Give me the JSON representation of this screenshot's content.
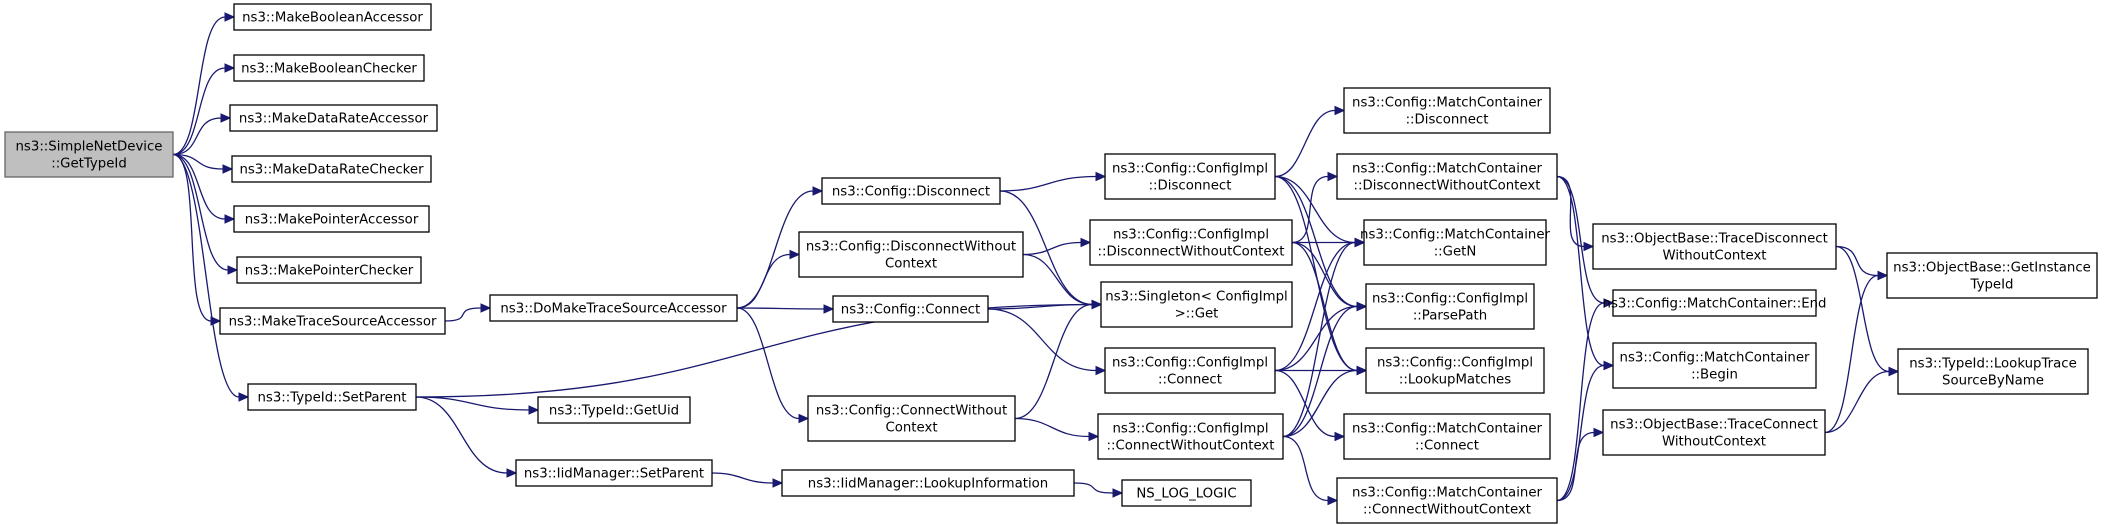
{
  "diagram": {
    "nodes": [
      {
        "id": "root",
        "lines": [
          "ns3::SimpleNetDevice",
          "::GetTypeId"
        ],
        "is_root": true
      },
      {
        "id": "mba",
        "lines": [
          "ns3::MakeBooleanAccessor"
        ]
      },
      {
        "id": "mbc",
        "lines": [
          "ns3::MakeBooleanChecker"
        ]
      },
      {
        "id": "mdra",
        "lines": [
          "ns3::MakeDataRateAccessor"
        ]
      },
      {
        "id": "mdrc",
        "lines": [
          "ns3::MakeDataRateChecker"
        ]
      },
      {
        "id": "mpa",
        "lines": [
          "ns3::MakePointerAccessor"
        ]
      },
      {
        "id": "mpc",
        "lines": [
          "ns3::MakePointerChecker"
        ]
      },
      {
        "id": "mtsa",
        "lines": [
          "ns3::MakeTraceSourceAccessor"
        ]
      },
      {
        "id": "tsp",
        "lines": [
          "ns3::TypeId::SetParent"
        ]
      },
      {
        "id": "dmtsa",
        "lines": [
          "ns3::DoMakeTraceSourceAccessor"
        ]
      },
      {
        "id": "tgu",
        "lines": [
          "ns3::TypeId::GetUid"
        ]
      },
      {
        "id": "imsp",
        "lines": [
          "ns3::IidManager::SetParent"
        ]
      },
      {
        "id": "cdis",
        "lines": [
          "ns3::Config::Disconnect"
        ]
      },
      {
        "id": "cdwc",
        "lines": [
          "ns3::Config::DisconnectWithout",
          "Context"
        ]
      },
      {
        "id": "ccon",
        "lines": [
          "ns3::Config::Connect"
        ]
      },
      {
        "id": "ccwc",
        "lines": [
          "ns3::Config::ConnectWithout",
          "Context"
        ]
      },
      {
        "id": "imli",
        "lines": [
          "ns3::IidManager::LookupInformation"
        ]
      },
      {
        "id": "cidis",
        "lines": [
          "ns3::Config::ConfigImpl",
          "::Disconnect"
        ]
      },
      {
        "id": "cidwc",
        "lines": [
          "ns3::Config::ConfigImpl",
          "::DisconnectWithoutContext"
        ]
      },
      {
        "id": "sget",
        "lines": [
          "ns3::Singleton< ConfigImpl",
          ">::Get"
        ]
      },
      {
        "id": "cicon",
        "lines": [
          "ns3::Config::ConfigImpl",
          "::Connect"
        ]
      },
      {
        "id": "cicwc",
        "lines": [
          "ns3::Config::ConfigImpl",
          "::ConnectWithoutContext"
        ]
      },
      {
        "id": "nslog",
        "lines": [
          "NS_LOG_LOGIC"
        ]
      },
      {
        "id": "mcdis",
        "lines": [
          "ns3::Config::MatchContainer",
          "::Disconnect"
        ]
      },
      {
        "id": "mcdwc",
        "lines": [
          "ns3::Config::MatchContainer",
          "::DisconnectWithoutContext"
        ]
      },
      {
        "id": "mcgetn",
        "lines": [
          "ns3::Config::MatchContainer",
          "::GetN"
        ]
      },
      {
        "id": "ciparse",
        "lines": [
          "ns3::Config::ConfigImpl",
          "::ParsePath"
        ]
      },
      {
        "id": "cilookup",
        "lines": [
          "ns3::Config::ConfigImpl",
          "::LookupMatches"
        ]
      },
      {
        "id": "mccon",
        "lines": [
          "ns3::Config::MatchContainer",
          "::Connect"
        ]
      },
      {
        "id": "mccwc",
        "lines": [
          "ns3::Config::MatchContainer",
          "::ConnectWithoutContext"
        ]
      },
      {
        "id": "obtdwc",
        "lines": [
          "ns3::ObjectBase::TraceDisconnect",
          "WithoutContext"
        ]
      },
      {
        "id": "mcend",
        "lines": [
          "ns3::Config::MatchContainer::End"
        ]
      },
      {
        "id": "mcbegin",
        "lines": [
          "ns3::Config::MatchContainer",
          "::Begin"
        ]
      },
      {
        "id": "obtcwc",
        "lines": [
          "ns3::ObjectBase::TraceConnect",
          "WithoutContext"
        ]
      },
      {
        "id": "obgit",
        "lines": [
          "ns3::ObjectBase::GetInstance",
          "TypeId"
        ]
      },
      {
        "id": "tlts",
        "lines": [
          "ns3::TypeId::LookupTrace",
          "SourceByName"
        ]
      }
    ],
    "edges": [
      [
        "root",
        "mba"
      ],
      [
        "root",
        "mbc"
      ],
      [
        "root",
        "mdra"
      ],
      [
        "root",
        "mdrc"
      ],
      [
        "root",
        "mpa"
      ],
      [
        "root",
        "mpc"
      ],
      [
        "root",
        "mtsa"
      ],
      [
        "root",
        "tsp"
      ],
      [
        "mtsa",
        "dmtsa"
      ],
      [
        "tsp",
        "sget"
      ],
      [
        "tsp",
        "tgu"
      ],
      [
        "tsp",
        "imsp"
      ],
      [
        "imsp",
        "imli"
      ],
      [
        "imli",
        "nslog"
      ],
      [
        "dmtsa",
        "cdis"
      ],
      [
        "dmtsa",
        "cdwc"
      ],
      [
        "dmtsa",
        "ccon"
      ],
      [
        "dmtsa",
        "ccwc"
      ],
      [
        "cdis",
        "cidis"
      ],
      [
        "cdis",
        "sget"
      ],
      [
        "cdwc",
        "cidwc"
      ],
      [
        "cdwc",
        "sget"
      ],
      [
        "ccon",
        "sget"
      ],
      [
        "ccon",
        "cicon"
      ],
      [
        "ccwc",
        "sget"
      ],
      [
        "ccwc",
        "cicwc"
      ],
      [
        "cidis",
        "mcdis"
      ],
      [
        "cidis",
        "mcgetn"
      ],
      [
        "cidis",
        "ciparse"
      ],
      [
        "cidis",
        "cilookup"
      ],
      [
        "cidwc",
        "mcdwc"
      ],
      [
        "cidwc",
        "mcgetn"
      ],
      [
        "cidwc",
        "ciparse"
      ],
      [
        "cidwc",
        "cilookup"
      ],
      [
        "cicon",
        "mcgetn"
      ],
      [
        "cicon",
        "ciparse"
      ],
      [
        "cicon",
        "cilookup"
      ],
      [
        "cicon",
        "mccon"
      ],
      [
        "cicwc",
        "mcgetn"
      ],
      [
        "cicwc",
        "ciparse"
      ],
      [
        "cicwc",
        "cilookup"
      ],
      [
        "cicwc",
        "mccwc"
      ],
      [
        "mcdwc",
        "obtdwc"
      ],
      [
        "mcdwc",
        "mcend"
      ],
      [
        "mcdwc",
        "mcbegin"
      ],
      [
        "mccwc",
        "mcend"
      ],
      [
        "mccwc",
        "mcbegin"
      ],
      [
        "mccwc",
        "obtcwc"
      ],
      [
        "obtdwc",
        "obgit"
      ],
      [
        "obtdwc",
        "tlts"
      ],
      [
        "obtcwc",
        "obgit"
      ],
      [
        "obtcwc",
        "tlts"
      ]
    ]
  }
}
